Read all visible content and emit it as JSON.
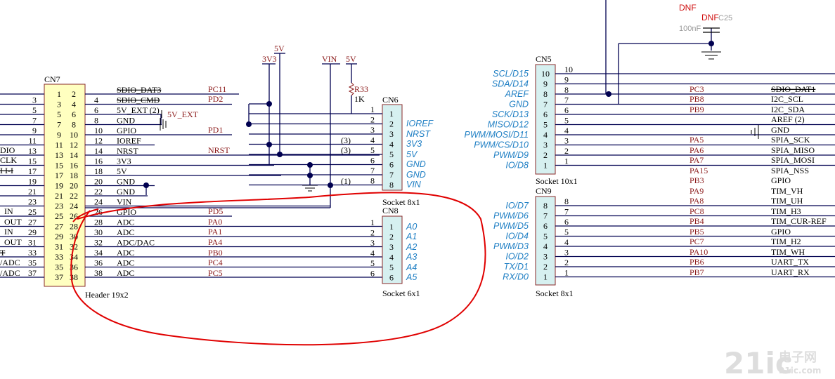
{
  "cn7": {
    "ref": "CN7",
    "desc": "Header 19x2",
    "left_nums": [
      "1",
      "3",
      "5",
      "7",
      "9",
      "11",
      "13",
      "15",
      "17",
      "19",
      "21",
      "23",
      "25",
      "27",
      "29",
      "31",
      "33",
      "35",
      "37"
    ],
    "right_nums": [
      "2",
      "4",
      "6",
      "8",
      "10",
      "12",
      "14",
      "16",
      "18",
      "20",
      "22",
      "24",
      "26",
      "28",
      "30",
      "32",
      "34",
      "36",
      "38"
    ],
    "outer_left_nums": [
      "3",
      "5",
      "7",
      "9",
      "11",
      "13",
      "15",
      "17",
      "19",
      "21",
      "23",
      "25",
      "27",
      "29",
      "31",
      "33",
      "35",
      "37"
    ],
    "outer_left_labels": [
      "DIO",
      "CLK",
      "I I-I",
      "IN",
      "OUT",
      "IN",
      "OUT",
      "T",
      "/ADC",
      "/ADC"
    ],
    "outer_right_nums": [
      "4",
      "6",
      "8",
      "10",
      "12",
      "14",
      "16",
      "18",
      "20",
      "22",
      "24",
      "26",
      "28",
      "30",
      "32",
      "34",
      "36",
      "38"
    ],
    "right_labels": [
      "SDIO_DAT3",
      "SDIO_CMD",
      "5V_EXT (2)",
      "GND",
      "GPIO",
      "IOREF",
      "NRST",
      "3V3",
      "5V",
      "GND",
      "GND",
      "VIN",
      "GPIO",
      "ADC",
      "ADC",
      "ADC/DAC",
      "ADC",
      "ADC",
      "ADC"
    ],
    "right_nets": [
      "PC11",
      "PD2",
      "PD1",
      "NRST",
      "PD5",
      "PA0",
      "PA1",
      "PA4",
      "PB0",
      "PC4",
      "PC5"
    ],
    "ext_label": "5V_EXT"
  },
  "power": {
    "v5a": "5V",
    "v3v3": "3V3",
    "vin": "VIN",
    "v5b": "5V",
    "r33": "R33",
    "r33_val": "1K"
  },
  "cn6": {
    "ref": "CN6",
    "desc": "Socket 8x1",
    "nums": [
      "1",
      "2",
      "3",
      "4",
      "5",
      "6",
      "7",
      "8"
    ],
    "labels": [
      "IOREF",
      "NRST",
      "3V3",
      "5V",
      "GND",
      "GND",
      "VIN"
    ],
    "markers": [
      "(3)",
      "(3)",
      "(1)"
    ]
  },
  "cn8": {
    "ref": "CN8",
    "desc": "Socket 6x1",
    "nums": [
      "1",
      "2",
      "3",
      "4",
      "5",
      "6"
    ],
    "labels": [
      "A0",
      "A1",
      "A2",
      "A3",
      "A4",
      "A5"
    ]
  },
  "cn5": {
    "ref": "CN5",
    "desc": "Socket 10x1",
    "nums": [
      "10",
      "9",
      "8",
      "7",
      "6",
      "5",
      "4",
      "3",
      "2",
      "1"
    ],
    "left_labels": [
      "SCL/D15",
      "SDA/D14",
      "AREF",
      "GND",
      "SCK/D13",
      "MISO/D12",
      "PWM/MOSI/D11",
      "PWM/CS/D10",
      "PWM/D9",
      "IO/D8"
    ],
    "nets": [
      "PC3",
      "PB8",
      "PB9",
      "PA5",
      "PA6",
      "PA7",
      "PA15",
      "PB3"
    ],
    "signals": [
      "SDIO_DAT1",
      "I2C_SCL",
      "I2C_SDA",
      "AREF (2)",
      "GND",
      "SPIA_SCK",
      "SPIA_MISO",
      "SPIA_MOSI",
      "SPIA_NSS",
      "GPIO"
    ]
  },
  "cn9": {
    "ref": "CN9",
    "desc": "Socket 8x1",
    "nums": [
      "8",
      "7",
      "6",
      "5",
      "4",
      "3",
      "2",
      "1"
    ],
    "left_labels": [
      "IO/D7",
      "PWM/D6",
      "PWM/D5",
      "IO/D4",
      "PWM/D3",
      "IO/D2",
      "TX/D1",
      "RX/D0"
    ],
    "nets": [
      "PA9",
      "PA8",
      "PC8",
      "PB4",
      "PB5",
      "PC7",
      "PA10",
      "PB6",
      "PB7"
    ],
    "signals": [
      "TIM_VH",
      "TIM_UH",
      "TIM_H3",
      "TIM_CUR-REF",
      "GPIO",
      "TIM_H2",
      "TIM_WH",
      "UART_TX",
      "UART_RX"
    ]
  },
  "cap": {
    "dnf1": "DNF",
    "dnf2": "DNF",
    "ref": "C25",
    "val": "100nF"
  },
  "watermark": {
    "brand": "21ic",
    "cn": "电子网",
    "url": "21ic.com"
  },
  "colors": {
    "wire": "#000050",
    "net_label": "#8b1a1a",
    "pin_function": "#1f7fc4",
    "header_fill": "#ffffc0",
    "socket_fill": "#d6f0f0",
    "annotation": "#e00000"
  }
}
